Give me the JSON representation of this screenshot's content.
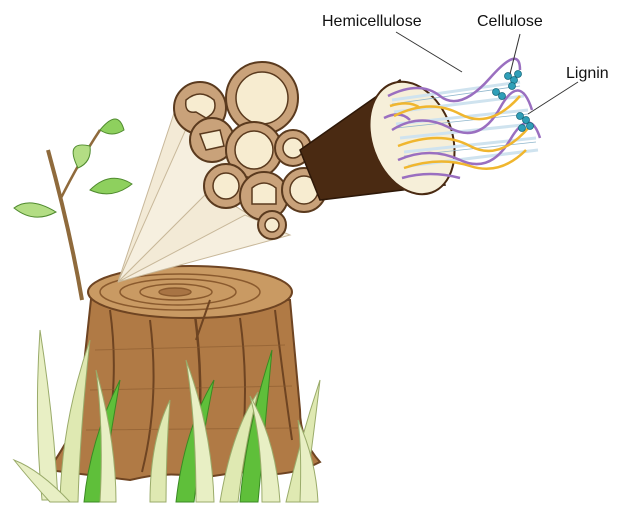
{
  "labels": {
    "hemicellulose": "Hemicellulose",
    "cellulose": "Cellulose",
    "lignin": "Lignin"
  },
  "colors": {
    "background": "#ffffff",
    "stump_bark": "#b07a45",
    "stump_dark": "#6e4422",
    "stump_top": "#c99a63",
    "ring": "#8a5a2e",
    "cell_wall": "#c9a27a",
    "cell_lumen": "#f7ecd0",
    "beam": "#f3ead6",
    "fiber_dark": "#4a2a12",
    "fiber_face": "#f6efd9",
    "cellulose_strand": "#cfe3ef",
    "hemicellulose": "#9a6fc0",
    "lignin": "#f0b62e",
    "cellulose_ends": "#2f9fb8",
    "grass_light": "#e8efc4",
    "grass_green": "#5fbf3a",
    "leaf": "#8ed05e",
    "leader_line": "#333333"
  }
}
